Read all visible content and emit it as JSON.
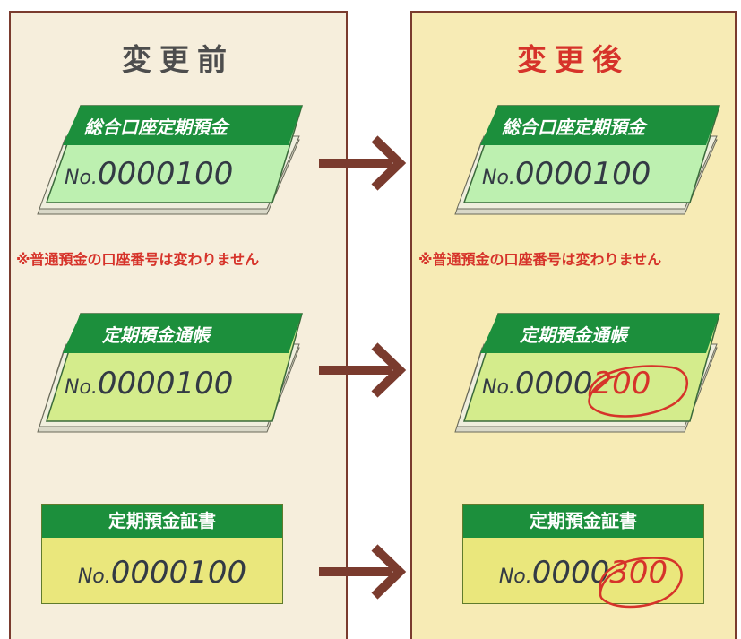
{
  "before": {
    "title": "変更前",
    "items": [
      {
        "label": "総合口座定期預金",
        "prefix": "No.",
        "number": "0000100"
      },
      {
        "label": "定期預金通帳",
        "prefix": "No.",
        "number": "0000100"
      },
      {
        "label": "定期預金証書",
        "prefix": "No.",
        "number": "0000100"
      }
    ],
    "note": "※普通預金の口座番号は変わりません"
  },
  "after": {
    "title": "変更後",
    "items": [
      {
        "label": "総合口座定期預金",
        "prefix": "No.",
        "number": "0000100"
      },
      {
        "label": "定期預金通帳",
        "prefix": "No.",
        "number_fixed": "0000",
        "number_changed": "200"
      },
      {
        "label": "定期預金証書",
        "prefix": "No.",
        "number_fixed": "0000",
        "number_changed": "300"
      }
    ],
    "note": "※普通預金の口座番号は変わりません"
  },
  "colors": {
    "panel_border": "#7a3b2e",
    "before_bg": "#f6eedc",
    "after_bg": "#f7ebb5",
    "highlight_red": "#d6332a",
    "book_header_green": "#1c8f3c",
    "book_body_light_green": "#bdf0b0",
    "book_body_yellow_green": "#d4ec8c",
    "cert_body_yellow": "#eae77c",
    "arrow": "#7a3b2e"
  }
}
